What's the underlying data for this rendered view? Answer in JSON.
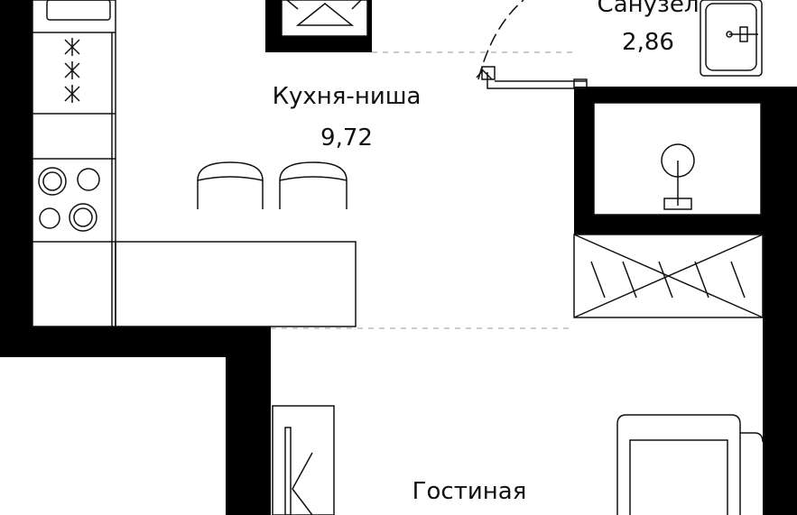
{
  "rooms": {
    "kitchen": {
      "name": "Кухня-ниша",
      "area": "9,72"
    },
    "bathroom": {
      "name": "Санузел",
      "area": "2,86"
    },
    "living": {
      "name": "Гостиная"
    }
  },
  "colors": {
    "wall": "#000000",
    "line": "#111111",
    "background": "#ffffff"
  }
}
